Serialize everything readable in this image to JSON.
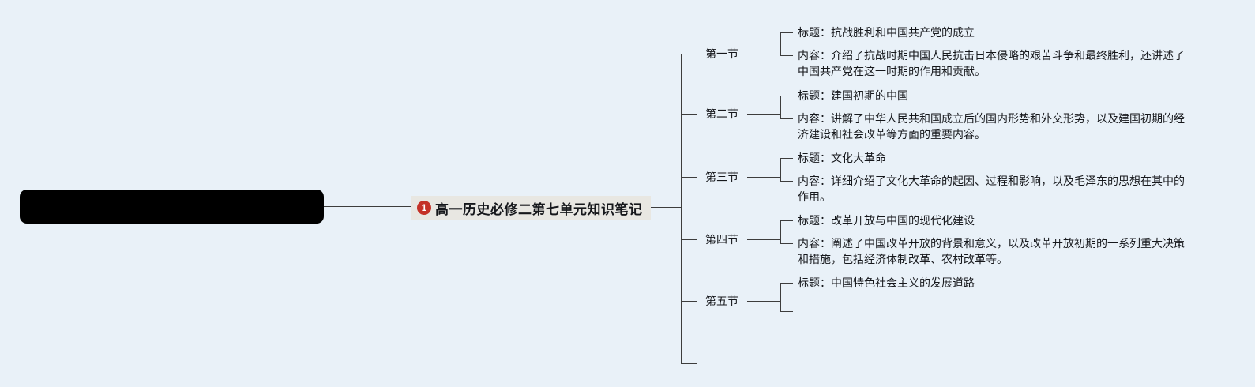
{
  "canvas": {
    "background": "#e9f1f8"
  },
  "root_node": {
    "color": "#000000"
  },
  "central_node": {
    "badge": "1",
    "badge_color": "#c43127",
    "background": "#e8e7e2",
    "title": "高一历史必修二第七单元知识笔记"
  },
  "connector_color": "#3d3d3d",
  "sections": [
    {
      "label": "第一节",
      "title": "标题：抗战胜利和中国共产党的成立",
      "content": "内容：介绍了抗战时期中国人民抗击日本侵略的艰苦斗争和最终胜利，还讲述了中国共产党在这一时期的作用和贡献。"
    },
    {
      "label": "第二节",
      "title": "标题：建国初期的中国",
      "content": "内容：讲解了中华人民共和国成立后的国内形势和外交形势，以及建国初期的经济建设和社会改革等方面的重要内容。"
    },
    {
      "label": "第三节",
      "title": "标题：文化大革命",
      "content": "内容：详细介绍了文化大革命的起因、过程和影响，以及毛泽东的思想在其中的作用。"
    },
    {
      "label": "第四节",
      "title": "标题：改革开放与中国的现代化建设",
      "content": "内容：阐述了中国改革开放的背景和意义，以及改革开放初期的一系列重大决策和措施，包括经济体制改革、农村改革等。"
    },
    {
      "label": "第五节",
      "title": "标题：中国特色社会主义的发展道路"
    }
  ]
}
